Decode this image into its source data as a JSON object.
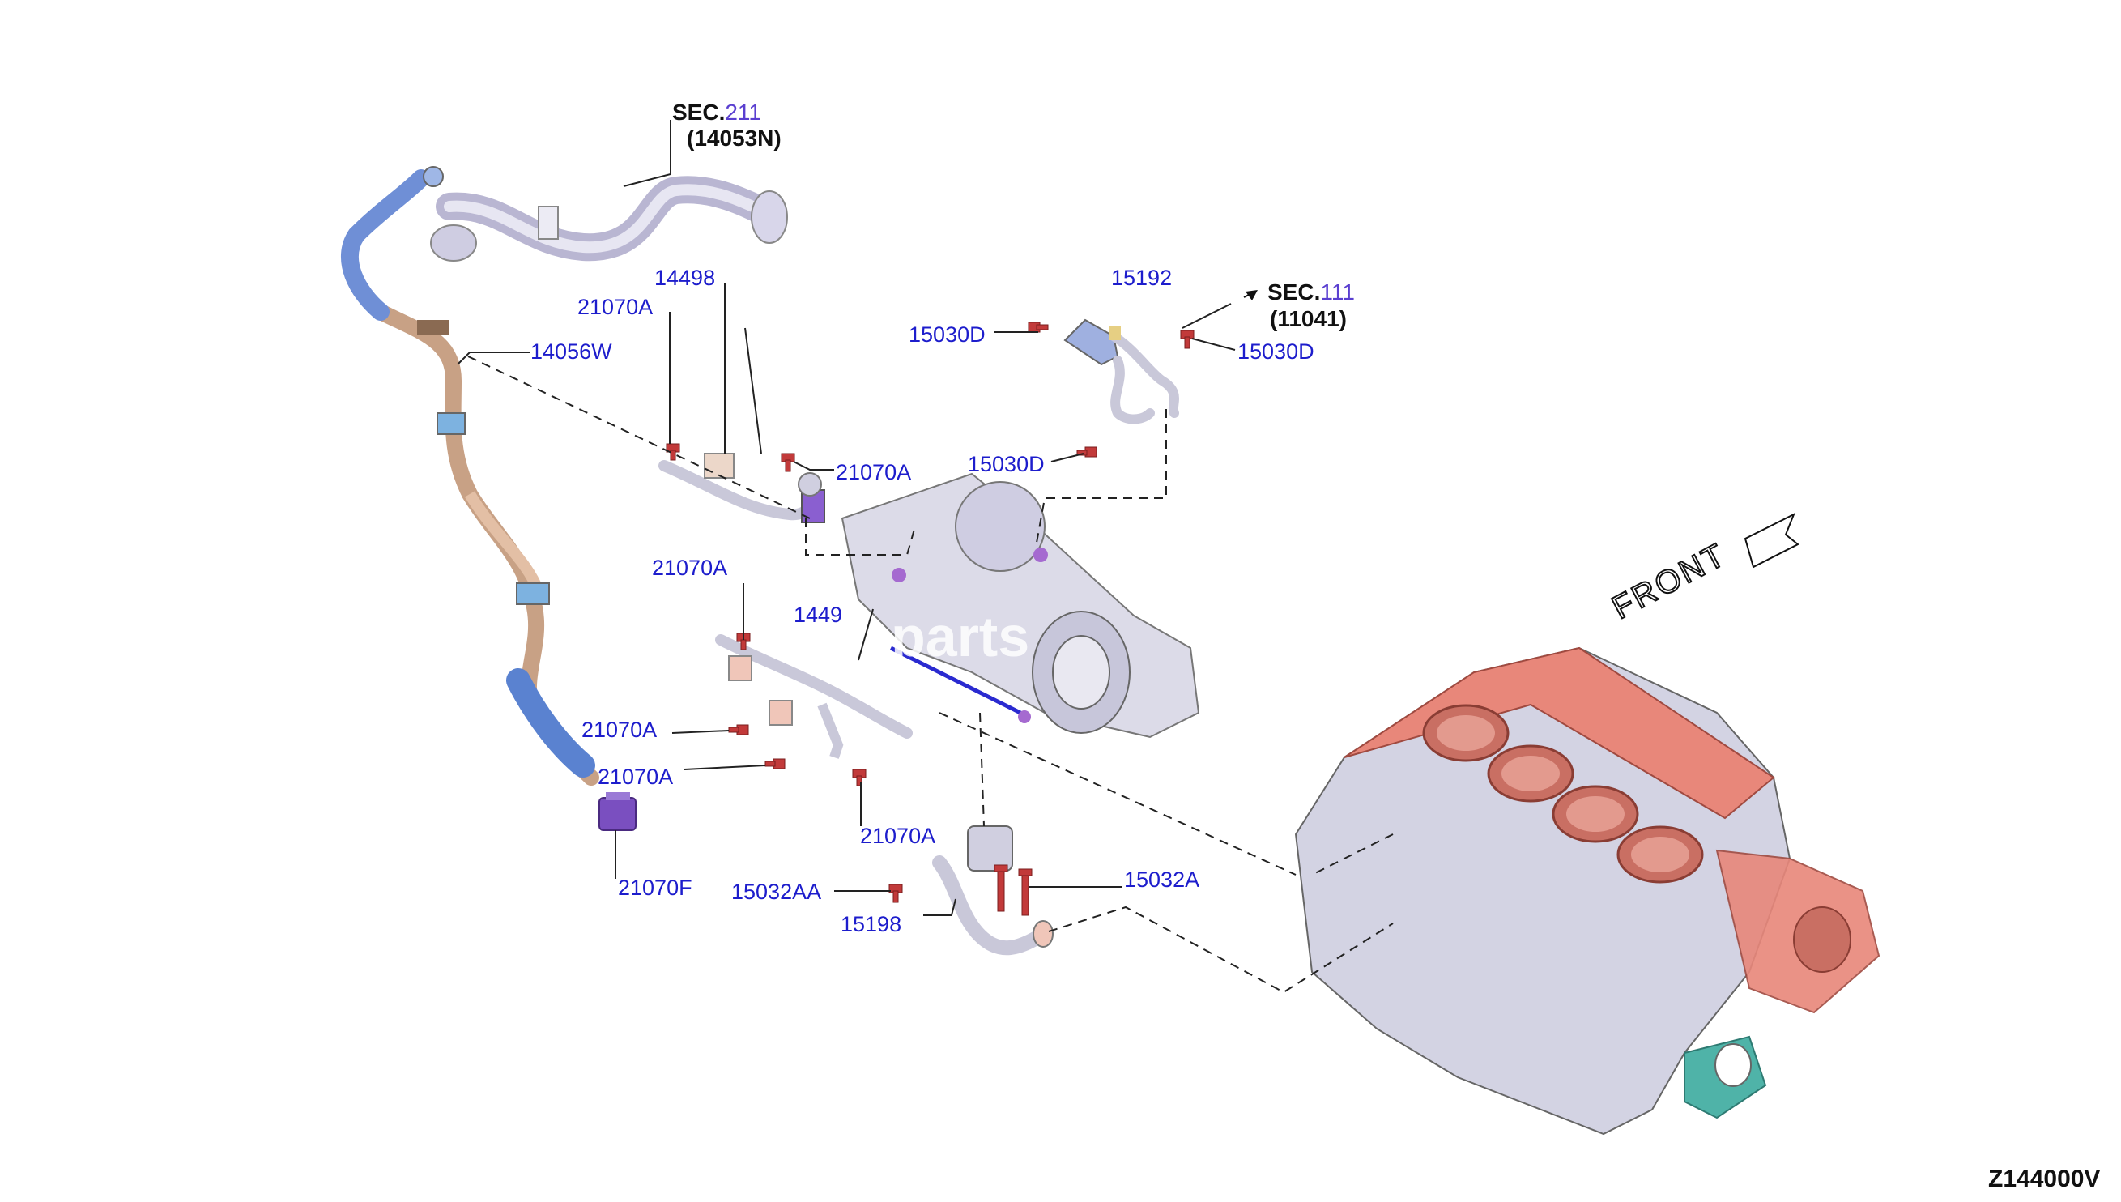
{
  "diagram_code": "Z144000V",
  "front_label": "FRONT",
  "watermark": "parts",
  "sec_refs": [
    {
      "prefix": "SEC.",
      "num": "211",
      "part": "(14053N)"
    },
    {
      "prefix": "SEC.",
      "num": "111",
      "part": "(11041)"
    }
  ],
  "callouts": [
    "14498",
    "21070A",
    "14056W",
    "21070A",
    "15192",
    "15030D",
    "15030D",
    "15030D",
    "21070A",
    "21070A",
    "21070A",
    "21070A",
    "21070F",
    "15032AA",
    "15032A",
    "15198",
    "1449"
  ],
  "colors": {
    "callout": "#1d1dcc",
    "hose_blue": "#6f8fd6",
    "hose_copper": "#c8a185",
    "block_red": "#e8877a",
    "block_grey": "#d3d3e3",
    "bolt_red": "#c23a3a",
    "clip_purple": "#7a4fc0"
  }
}
